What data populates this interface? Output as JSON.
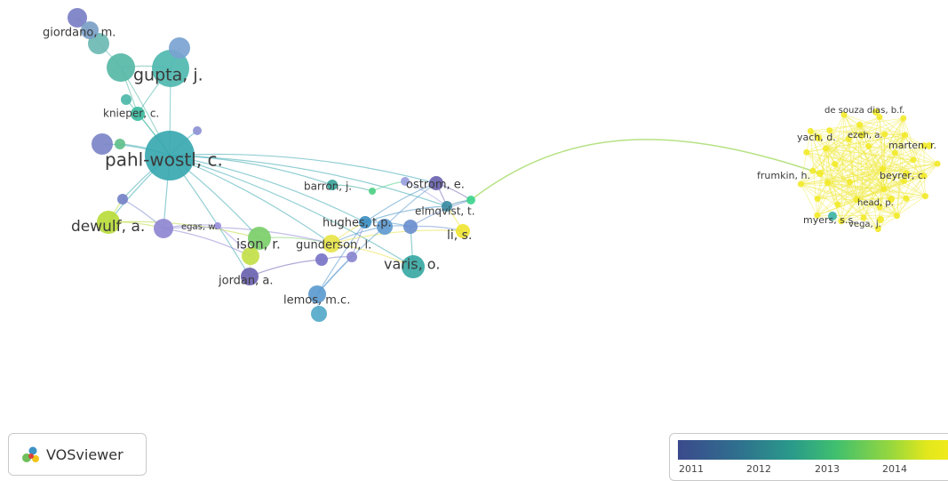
{
  "nodes": [
    {
      "id": "giordano",
      "label": "giordano, m.",
      "color": "#7a7fc4",
      "labeled": true
    },
    {
      "id": "giordano2",
      "label": "",
      "color": "#6dbab3",
      "labeled": false
    },
    {
      "id": "giordano3",
      "label": "",
      "color": "#7aa0c6",
      "labeled": false
    },
    {
      "id": "giordano4",
      "label": "",
      "color": "#57b8a7",
      "labeled": false
    },
    {
      "id": "gupta",
      "label": "gupta, j.",
      "color": "#4fb8b0",
      "labeled": true
    },
    {
      "id": "gupta2",
      "label": "",
      "color": "#4cb7a9",
      "labeled": false
    },
    {
      "id": "gupta3",
      "label": "",
      "color": "#79a3d1",
      "labeled": false
    },
    {
      "id": "knieper",
      "label": "knieper, c.",
      "color": "#3cbb9f",
      "labeled": true
    },
    {
      "id": "pahl",
      "label": "pahl-wostl, c.",
      "color": "#3aa8b0",
      "labeled": true
    },
    {
      "id": "pahl2",
      "label": "",
      "color": "#7c86c7",
      "labeled": false
    },
    {
      "id": "pahl3",
      "label": "",
      "color": "#8d93d4",
      "labeled": false
    },
    {
      "id": "small1",
      "label": "",
      "color": "#5fc08a",
      "labeled": false
    },
    {
      "id": "dewulf",
      "label": "dewulf, a.",
      "color": "#b8dc3b",
      "labeled": true
    },
    {
      "id": "dewulf2",
      "label": "",
      "color": "#8f87d3",
      "labeled": false
    },
    {
      "id": "egas",
      "label": "egas, w.",
      "color": "#9b90dd",
      "labeled": true
    },
    {
      "id": "egas2",
      "label": "",
      "color": "#7482c8",
      "labeled": false
    },
    {
      "id": "ison",
      "label": "ison, r.",
      "color": "#7ccf6a",
      "labeled": true
    },
    {
      "id": "ison2",
      "label": "",
      "color": "#c3e04a",
      "labeled": false
    },
    {
      "id": "jordan",
      "label": "jordan, a.",
      "color": "#6b63b0",
      "labeled": true
    },
    {
      "id": "barron",
      "label": "barron, j.",
      "color": "#3aa49a",
      "labeled": true
    },
    {
      "id": "ostrom",
      "label": "ostrom, e.",
      "color": "#6c64b0",
      "labeled": true
    },
    {
      "id": "ostrom2",
      "label": "",
      "color": "#9aa0df",
      "labeled": false
    },
    {
      "id": "elmqvist",
      "label": "elmqvist, t.",
      "color": "#3b8ba2",
      "labeled": true
    },
    {
      "id": "hughes",
      "label": "hughes, t.p.",
      "color": "#3e8fc2",
      "labeled": true
    },
    {
      "id": "hughes2",
      "label": "",
      "color": "#5f9bd0",
      "labeled": false
    },
    {
      "id": "gunderson",
      "label": "gunderson, l.",
      "color": "#e7e44a",
      "labeled": true
    },
    {
      "id": "gunderson2",
      "label": "",
      "color": "#7a74c6",
      "labeled": false
    },
    {
      "id": "gunderson3",
      "label": "",
      "color": "#8a86cf",
      "labeled": false
    },
    {
      "id": "li",
      "label": "li, s.",
      "color": "#f0e534",
      "labeled": true
    },
    {
      "id": "varis",
      "label": "varis, o.",
      "color": "#38a8a4",
      "labeled": true
    },
    {
      "id": "varis2",
      "label": "",
      "color": "#6a8fcf",
      "labeled": false
    },
    {
      "id": "lemos",
      "label": "lemos, m.c.",
      "color": "#5c9bd0",
      "labeled": true
    },
    {
      "id": "lemos2",
      "label": "",
      "color": "#54a9c9",
      "labeled": false
    },
    {
      "id": "green1",
      "label": "",
      "color": "#3fd28d",
      "labeled": false
    },
    {
      "id": "green2",
      "label": "",
      "color": "#4fcf86",
      "labeled": false
    },
    {
      "id": "desouza",
      "label": "de souza dias, b.f.",
      "color": "#f2ea2a",
      "labeled": true
    },
    {
      "id": "yach",
      "label": "yach, d.",
      "color": "#f2ea2a",
      "labeled": true
    },
    {
      "id": "ezeh",
      "label": "ezeh, a.",
      "color": "#f2ea2a",
      "labeled": true
    },
    {
      "id": "marten",
      "label": "marten, r.",
      "color": "#f2ea2a",
      "labeled": true
    },
    {
      "id": "frumkin",
      "label": "frumkin, h.",
      "color": "#f2ea2a",
      "labeled": true
    },
    {
      "id": "beyrer",
      "label": "beyrer, c.",
      "color": "#f2ea2a",
      "labeled": true
    },
    {
      "id": "head",
      "label": "head, p.",
      "color": "#f2ea2a",
      "labeled": true
    },
    {
      "id": "myers",
      "label": "myers, s.s.",
      "color": "#3db3a8",
      "labeled": true
    },
    {
      "id": "vega",
      "label": "vega, j.",
      "color": "#f2ea2a",
      "labeled": true
    }
  ],
  "legend": {
    "ticks": [
      "2011",
      "2012",
      "2013",
      "2014"
    ]
  },
  "logo": {
    "text": "VOSviewer"
  },
  "colors": {
    "scale_start": "#3b4a8c",
    "scale_end": "#f0ea1c"
  }
}
